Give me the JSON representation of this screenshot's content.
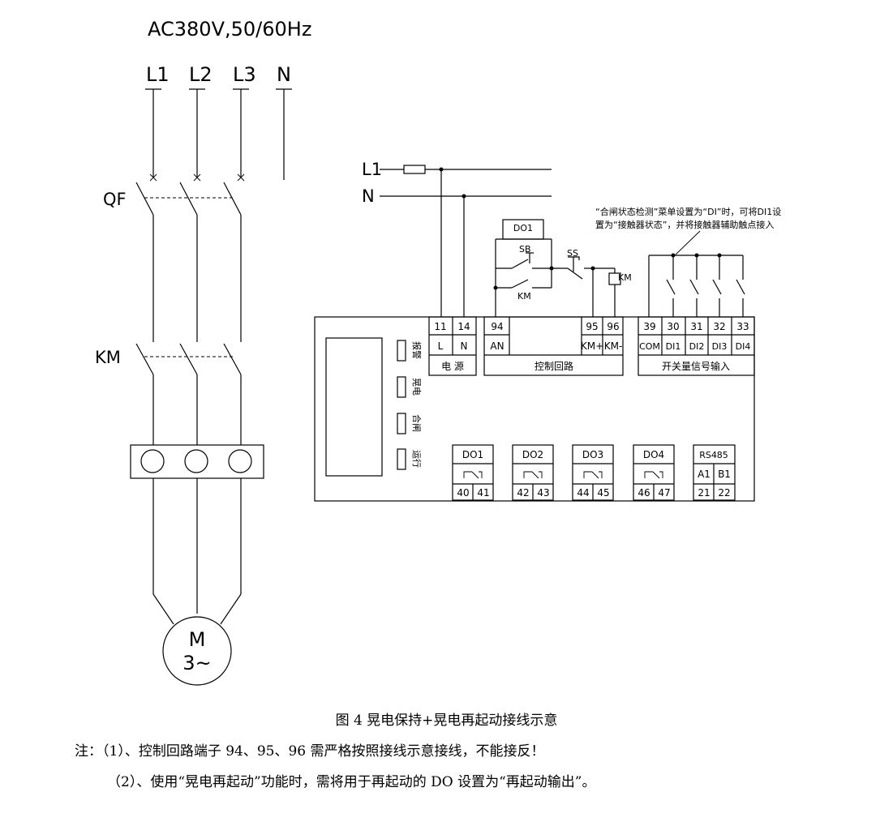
{
  "supply": "AC380V,50/60Hz",
  "phases": {
    "l1": "L1",
    "l2": "L2",
    "l3": "L3",
    "n": "N"
  },
  "breaker": "QF",
  "contactor": "KM",
  "motor": {
    "m": "M",
    "phase": "3~"
  },
  "control": {
    "l1": "L1",
    "n": "N",
    "do1": "DO1",
    "sb": "SB",
    "ss": "SS",
    "km": "KM",
    "km_aux": "KM"
  },
  "note_top": {
    "line1": "“合闸状态检测”菜单设置为“DI”时，可将DI1设",
    "line2": "置为“接触器状态”，并将接触器辅助触点接入"
  },
  "indicators": [
    "报警",
    "晃电",
    "合闸",
    "运行"
  ],
  "terminals_power": {
    "nums": [
      "11",
      "14"
    ],
    "names": [
      "L",
      "N"
    ],
    "group": "电 源"
  },
  "terminals_control": {
    "nums": [
      "94",
      "95",
      "96"
    ],
    "names": [
      "AN",
      "KM+",
      "KM-"
    ],
    "group": "控制回路"
  },
  "terminals_di": {
    "nums": [
      "39",
      "30",
      "31",
      "32",
      "33"
    ],
    "names": [
      "COM",
      "DI1",
      "DI2",
      "DI3",
      "DI4"
    ],
    "group": "开关量信号输入"
  },
  "outputs": [
    {
      "name": "DO1",
      "pins": [
        "40",
        "41"
      ]
    },
    {
      "name": "DO2",
      "pins": [
        "42",
        "43"
      ]
    },
    {
      "name": "DO3",
      "pins": [
        "44",
        "45"
      ]
    },
    {
      "name": "DO4",
      "pins": [
        "46",
        "47"
      ]
    }
  ],
  "rs485": {
    "name": "RS485",
    "labels": [
      "A1",
      "B1"
    ],
    "pins": [
      "21",
      "22"
    ]
  },
  "caption": "图 4 晃电保持+晃电再起动接线示意",
  "notes": [
    "注：（1）、控制回路端子 94、95、96 需严格按照接线示意接线，不能接反！",
    "（2）、使用“晃电再起动”功能时，需将用于再起动的 DO 设置为“再起动输出”。"
  ]
}
